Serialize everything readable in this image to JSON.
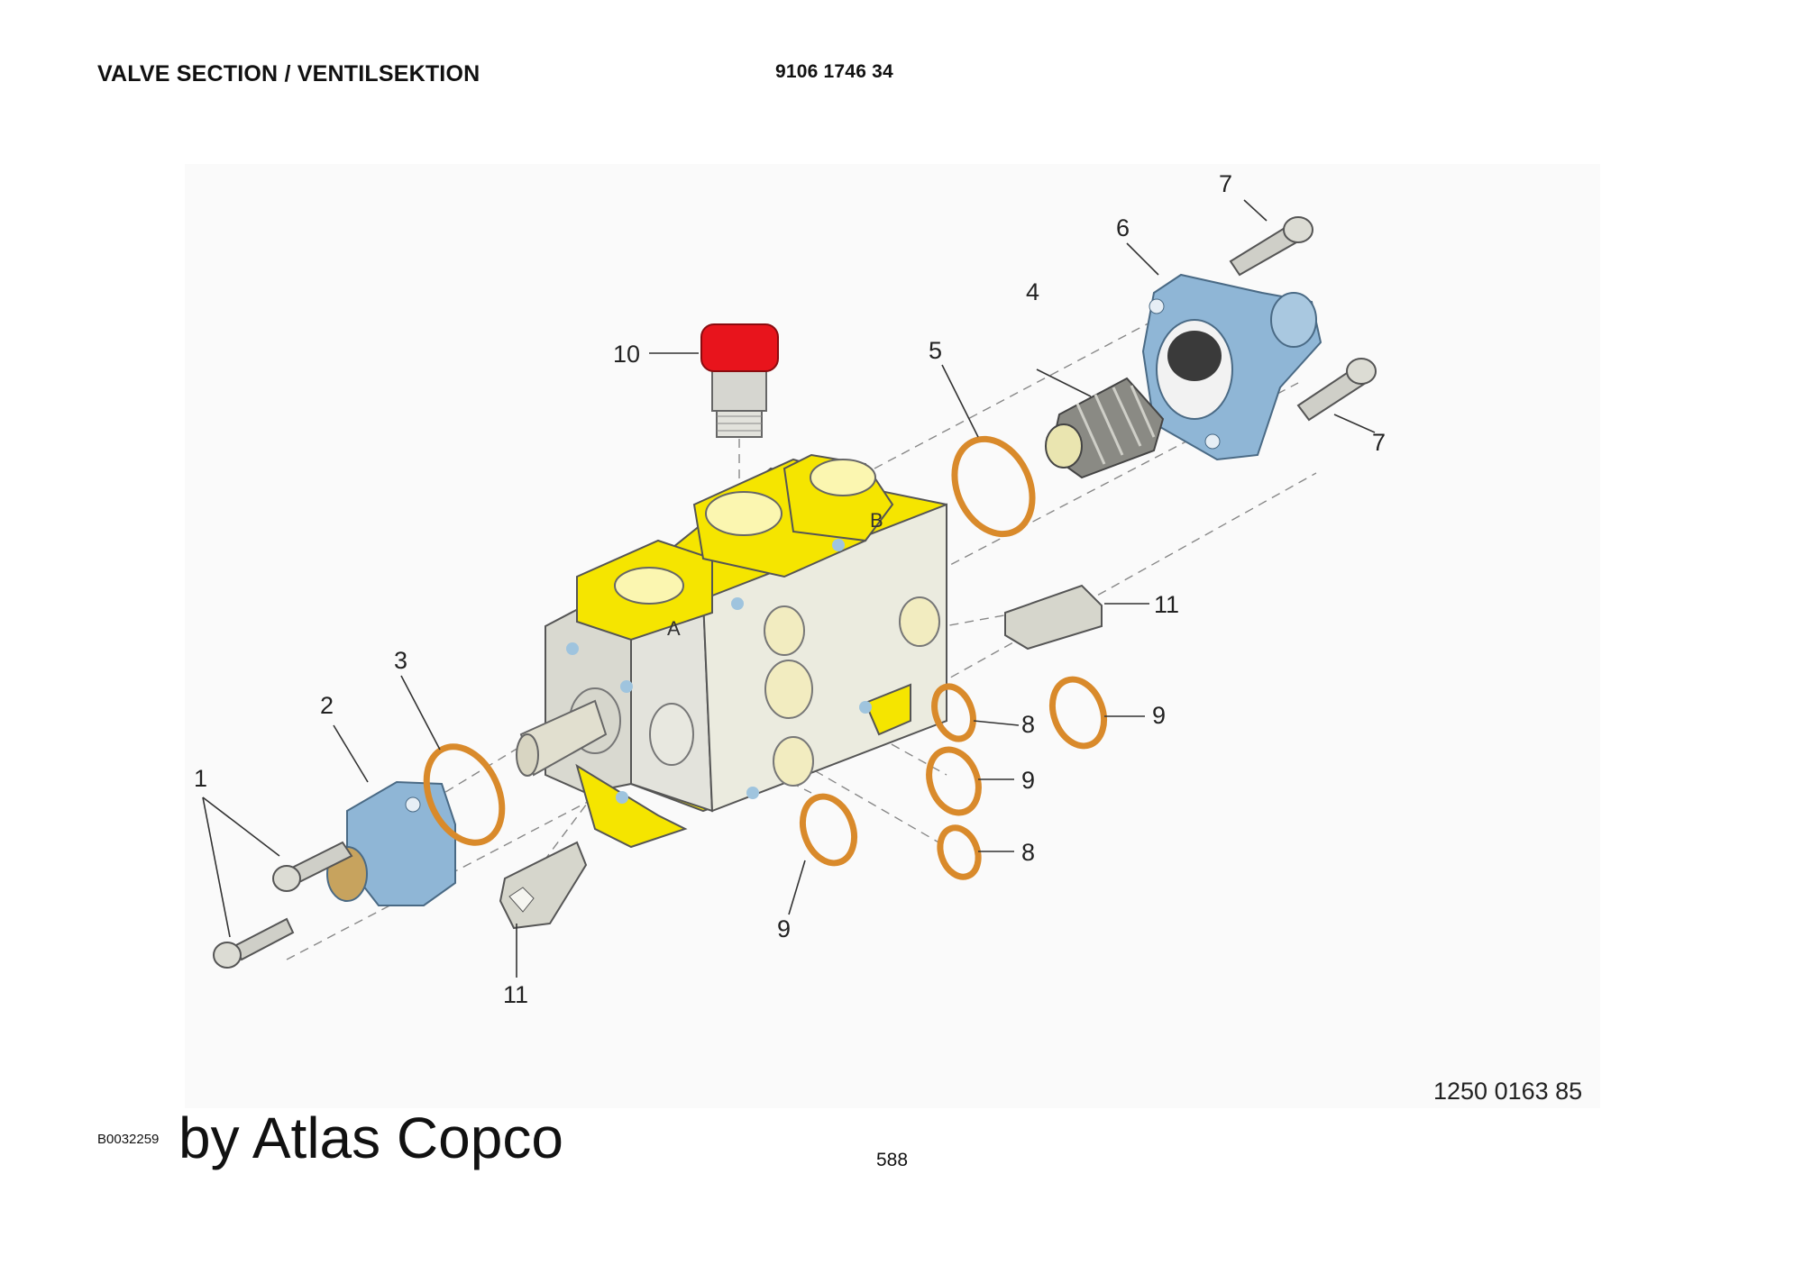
{
  "header": {
    "title": "VALVE SECTION / VENTILSEKTION",
    "part_number": "9106 1746 34"
  },
  "diagram": {
    "reference_number": "1250 0163 85",
    "port_labels": {
      "a": "A",
      "b": "B"
    },
    "callouts": {
      "c1": "1",
      "c2": "2",
      "c3": "3",
      "c4": "4",
      "c5": "5",
      "c6": "6",
      "c7a": "7",
      "c7b": "7",
      "c8a": "8",
      "c8b": "8",
      "c9a": "9",
      "c9b": "9",
      "c9c": "9",
      "c10": "10",
      "c11a": "11",
      "c11b": "11"
    }
  },
  "footer": {
    "image_code": "B0032259",
    "watermark": "by Atlas Copco",
    "page_number": "588"
  },
  "colors": {
    "valve_body": "#f5e500",
    "end_caps": "#8fb6d6",
    "plug_cap": "#e8141c",
    "o_rings": "#d98a2b",
    "metal": "#dcdcd6"
  }
}
